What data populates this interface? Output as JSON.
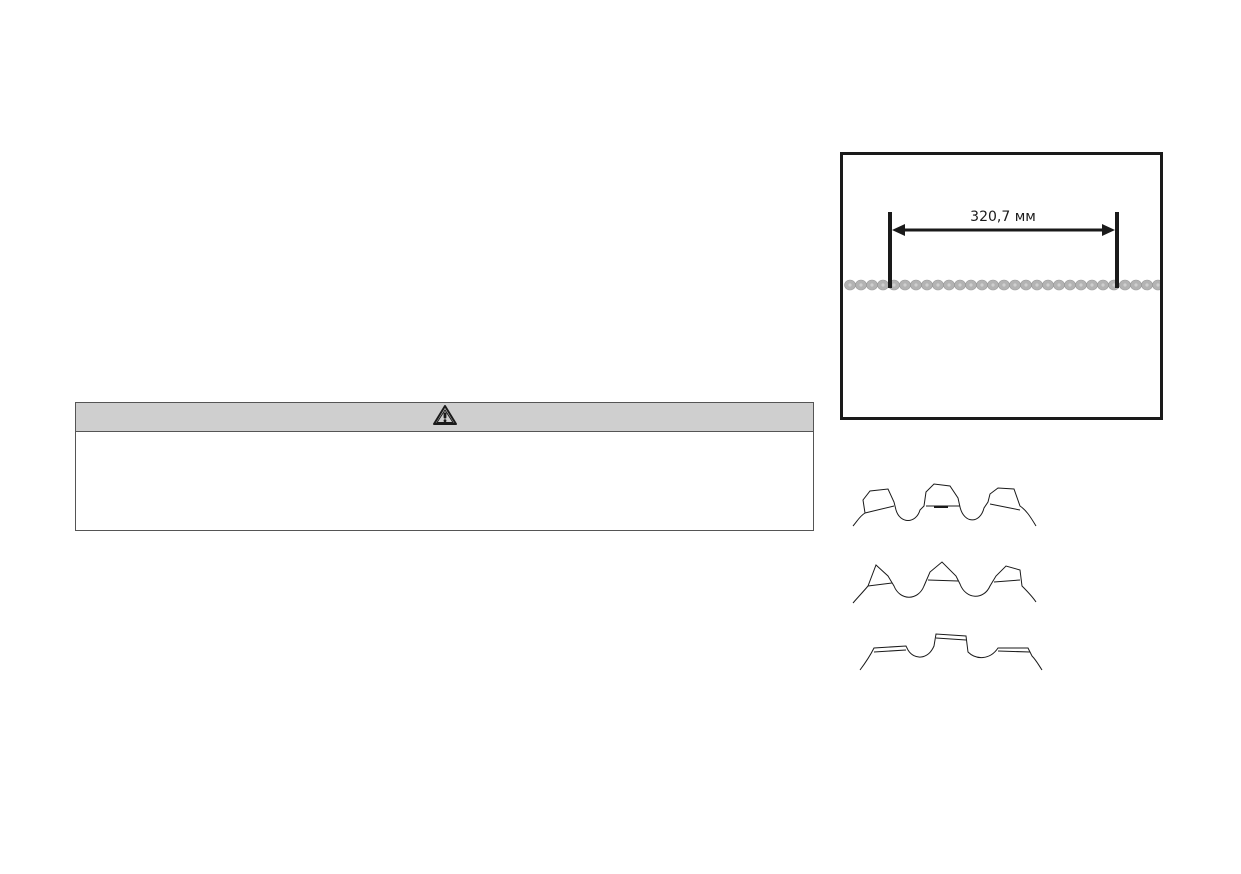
{
  "warning": {
    "icon": "warning-triangle-icon"
  },
  "chain_figure": {
    "measurement_label": "320,7 мм",
    "icon": "chain-measurement-diagram"
  },
  "tooth_profiles": [
    {
      "icon": "tooth-profile-correct"
    },
    {
      "icon": "tooth-profile-sharp"
    },
    {
      "icon": "tooth-profile-flat"
    }
  ]
}
